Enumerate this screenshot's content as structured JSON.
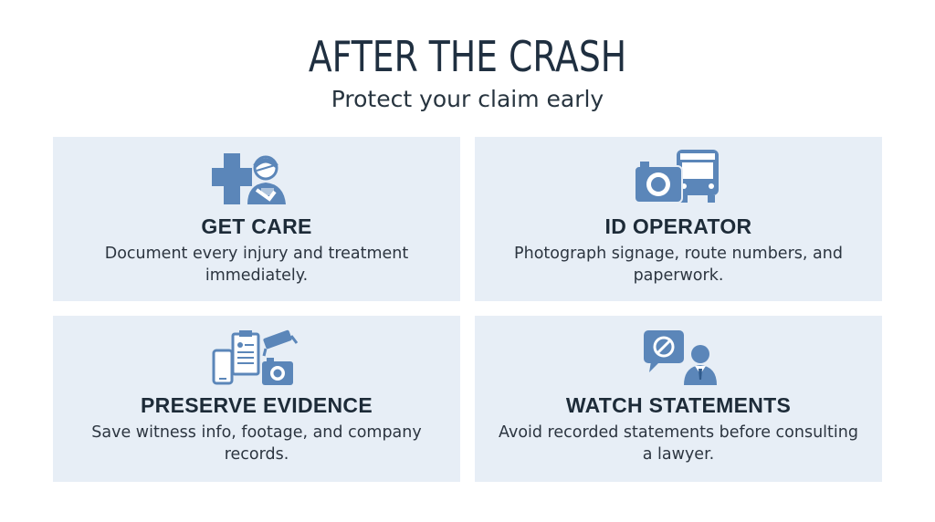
{
  "header": {
    "title": "AFTER THE CRASH",
    "subtitle": "Protect your claim early"
  },
  "cards": [
    {
      "title": "GET CARE",
      "description": "Document every injury and treatment immediately.",
      "icon": "medical-care-icon"
    },
    {
      "title": "ID OPERATOR",
      "description": "Photograph signage, route numbers, and paperwork.",
      "icon": "camera-bus-icon"
    },
    {
      "title": "PRESERVE EVIDENCE",
      "description": "Save witness info, footage, and company records.",
      "icon": "evidence-icon"
    },
    {
      "title": "WATCH STATEMENTS",
      "description": "Avoid recorded statements before consulting a lawyer.",
      "icon": "no-statement-lawyer-icon"
    }
  ],
  "colors": {
    "card_background": "#e7eef6",
    "icon_blue": "#5b86b9",
    "title_dark": "#1f2f40"
  }
}
